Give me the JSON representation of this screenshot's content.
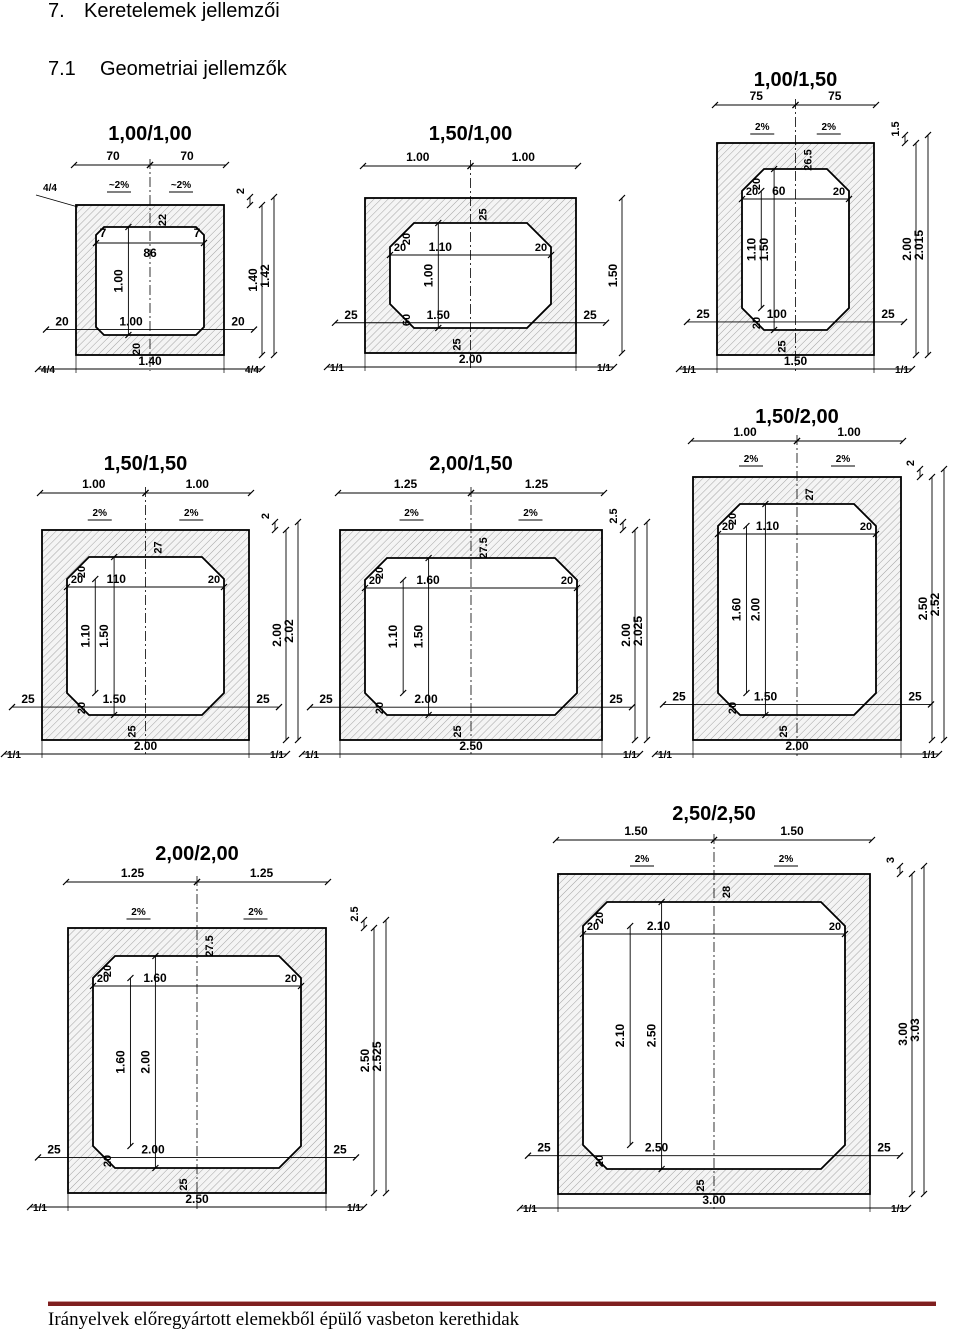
{
  "heading": {
    "number": "7.",
    "title": "Keretelemek jellemzői"
  },
  "subheading": {
    "number": "7.1",
    "title": "Geometriai jellemzők"
  },
  "footer": "Irányelvek előregyártott elemekből épülő vasbeton kerethidak",
  "frames": [
    {
      "id": "1-00-1-00",
      "title": "1,00/1,00",
      "top_dims": [
        "70",
        "70"
      ],
      "slope_labels": [
        "~2%",
        "~2%"
      ],
      "ratio_labels": [
        "4/4",
        "4/4",
        "4/4"
      ],
      "bottom_dim": "1.40",
      "inner_width": "1.00",
      "inner_height": "1.00",
      "wall_dims": [
        "20",
        "20"
      ],
      "top_slab": "22",
      "bottom_slab": "20",
      "haunch_labels": [
        "7",
        "86",
        "7"
      ],
      "right_dims": [
        "2",
        "1.40",
        "1.42"
      ]
    },
    {
      "id": "1-50-1-00",
      "title": "1,50/1,00",
      "top_dims": [
        "1.00",
        "1.00"
      ],
      "ratio_labels": [
        "1/1",
        "1/1"
      ],
      "bottom_dim": "2.00",
      "inner_width": "1.50",
      "inner_width_top": "1.10",
      "inner_height": "1.00",
      "wall_dims": [
        "25",
        "25"
      ],
      "haunch_dims": [
        "20",
        "20",
        "20",
        "60",
        "20"
      ],
      "top_slab": "25",
      "bottom_slab": "25",
      "right_dims": [
        "1.50"
      ]
    },
    {
      "id": "1-00-1-50",
      "title": "1,00/1,50",
      "top_dims": [
        "75",
        "75"
      ],
      "slope_labels": [
        "2%",
        "2%"
      ],
      "ratio_labels": [
        "1/1",
        "1/1"
      ],
      "bottom_dim": "1.50",
      "inner_width": "100",
      "inner_width_top": "60",
      "inner_height": "1.50",
      "inner_height_straight": "1.10",
      "wall_dims": [
        "25",
        "25"
      ],
      "haunch_dims": [
        "20",
        "20",
        "20",
        "20"
      ],
      "top_slab": "26.5",
      "bottom_slab": "25",
      "right_dims": [
        "1.5",
        "2.00",
        "2.015"
      ]
    },
    {
      "id": "1-50-1-50",
      "title": "1,50/1,50",
      "top_dims": [
        "1.00",
        "1.00"
      ],
      "slope_labels": [
        "2%",
        "2%"
      ],
      "ratio_labels": [
        "1/1",
        "1/1"
      ],
      "bottom_dim": "2.00",
      "inner_width": "1.50",
      "inner_width_top": "110",
      "inner_height": "1.50",
      "inner_height_straight": "1.10",
      "wall_dims": [
        "25",
        "25"
      ],
      "haunch_dims": [
        "20",
        "20",
        "20",
        "20"
      ],
      "top_slab": "27",
      "bottom_slab": "25",
      "right_dims": [
        "2",
        "2.00",
        "2.02"
      ]
    },
    {
      "id": "2-00-1-50",
      "title": "2,00/1,50",
      "top_dims": [
        "1.25",
        "1.25"
      ],
      "slope_labels": [
        "2%",
        "2%"
      ],
      "ratio_labels": [
        "1/1",
        "1/1"
      ],
      "bottom_dim": "2.50",
      "inner_width": "2.00",
      "inner_width_top": "1.60",
      "inner_height": "1.50",
      "inner_height_straight": "1.10",
      "wall_dims": [
        "25",
        "25"
      ],
      "haunch_dims": [
        "20",
        "20",
        "20",
        "20"
      ],
      "top_slab": "27.5",
      "bottom_slab": "25",
      "right_dims": [
        "2.5",
        "2.00",
        "2.025"
      ]
    },
    {
      "id": "1-50-2-00",
      "title": "1,50/2,00",
      "top_dims": [
        "1.00",
        "1.00"
      ],
      "slope_labels": [
        "2%",
        "2%"
      ],
      "ratio_labels": [
        "1/1",
        "1/1"
      ],
      "bottom_dim": "2.00",
      "inner_width": "1.50",
      "inner_width_top": "1.10",
      "inner_height": "2.00",
      "inner_height_straight": "1.60",
      "wall_dims": [
        "25",
        "25"
      ],
      "haunch_dims": [
        "20",
        "20",
        "20",
        "20"
      ],
      "top_slab": "27",
      "bottom_slab": "25",
      "right_dims": [
        "2",
        "2.50",
        "2.52"
      ]
    },
    {
      "id": "2-00-2-00",
      "title": "2,00/2,00",
      "top_dims": [
        "1.25",
        "1.25"
      ],
      "slope_labels": [
        "2%",
        "2%"
      ],
      "ratio_labels": [
        "1/1",
        "1/1"
      ],
      "bottom_dim": "2.50",
      "inner_width": "2.00",
      "inner_width_top": "1.60",
      "inner_height": "2.00",
      "inner_height_straight": "1.60",
      "wall_dims": [
        "25",
        "25"
      ],
      "haunch_dims": [
        "20",
        "20",
        "20",
        "20"
      ],
      "top_slab": "27.5",
      "bottom_slab": "25",
      "right_dims": [
        "2.5",
        "2.50",
        "2.525"
      ]
    },
    {
      "id": "2-50-2-50",
      "title": "2,50/2,50",
      "top_dims": [
        "1.50",
        "1.50"
      ],
      "slope_labels": [
        "2%",
        "2%"
      ],
      "ratio_labels": [
        "1/1",
        "1/1"
      ],
      "bottom_dim": "3.00",
      "inner_width": "2.50",
      "inner_width_top": "2.10",
      "inner_height": "2.50",
      "inner_height_straight": "2.10",
      "wall_dims": [
        "25",
        "25"
      ],
      "haunch_dims": [
        "20",
        "20",
        "20",
        "20"
      ],
      "top_slab": "28",
      "bottom_slab": "25",
      "right_dims": [
        "3",
        "3.00",
        "3.03"
      ]
    }
  ]
}
